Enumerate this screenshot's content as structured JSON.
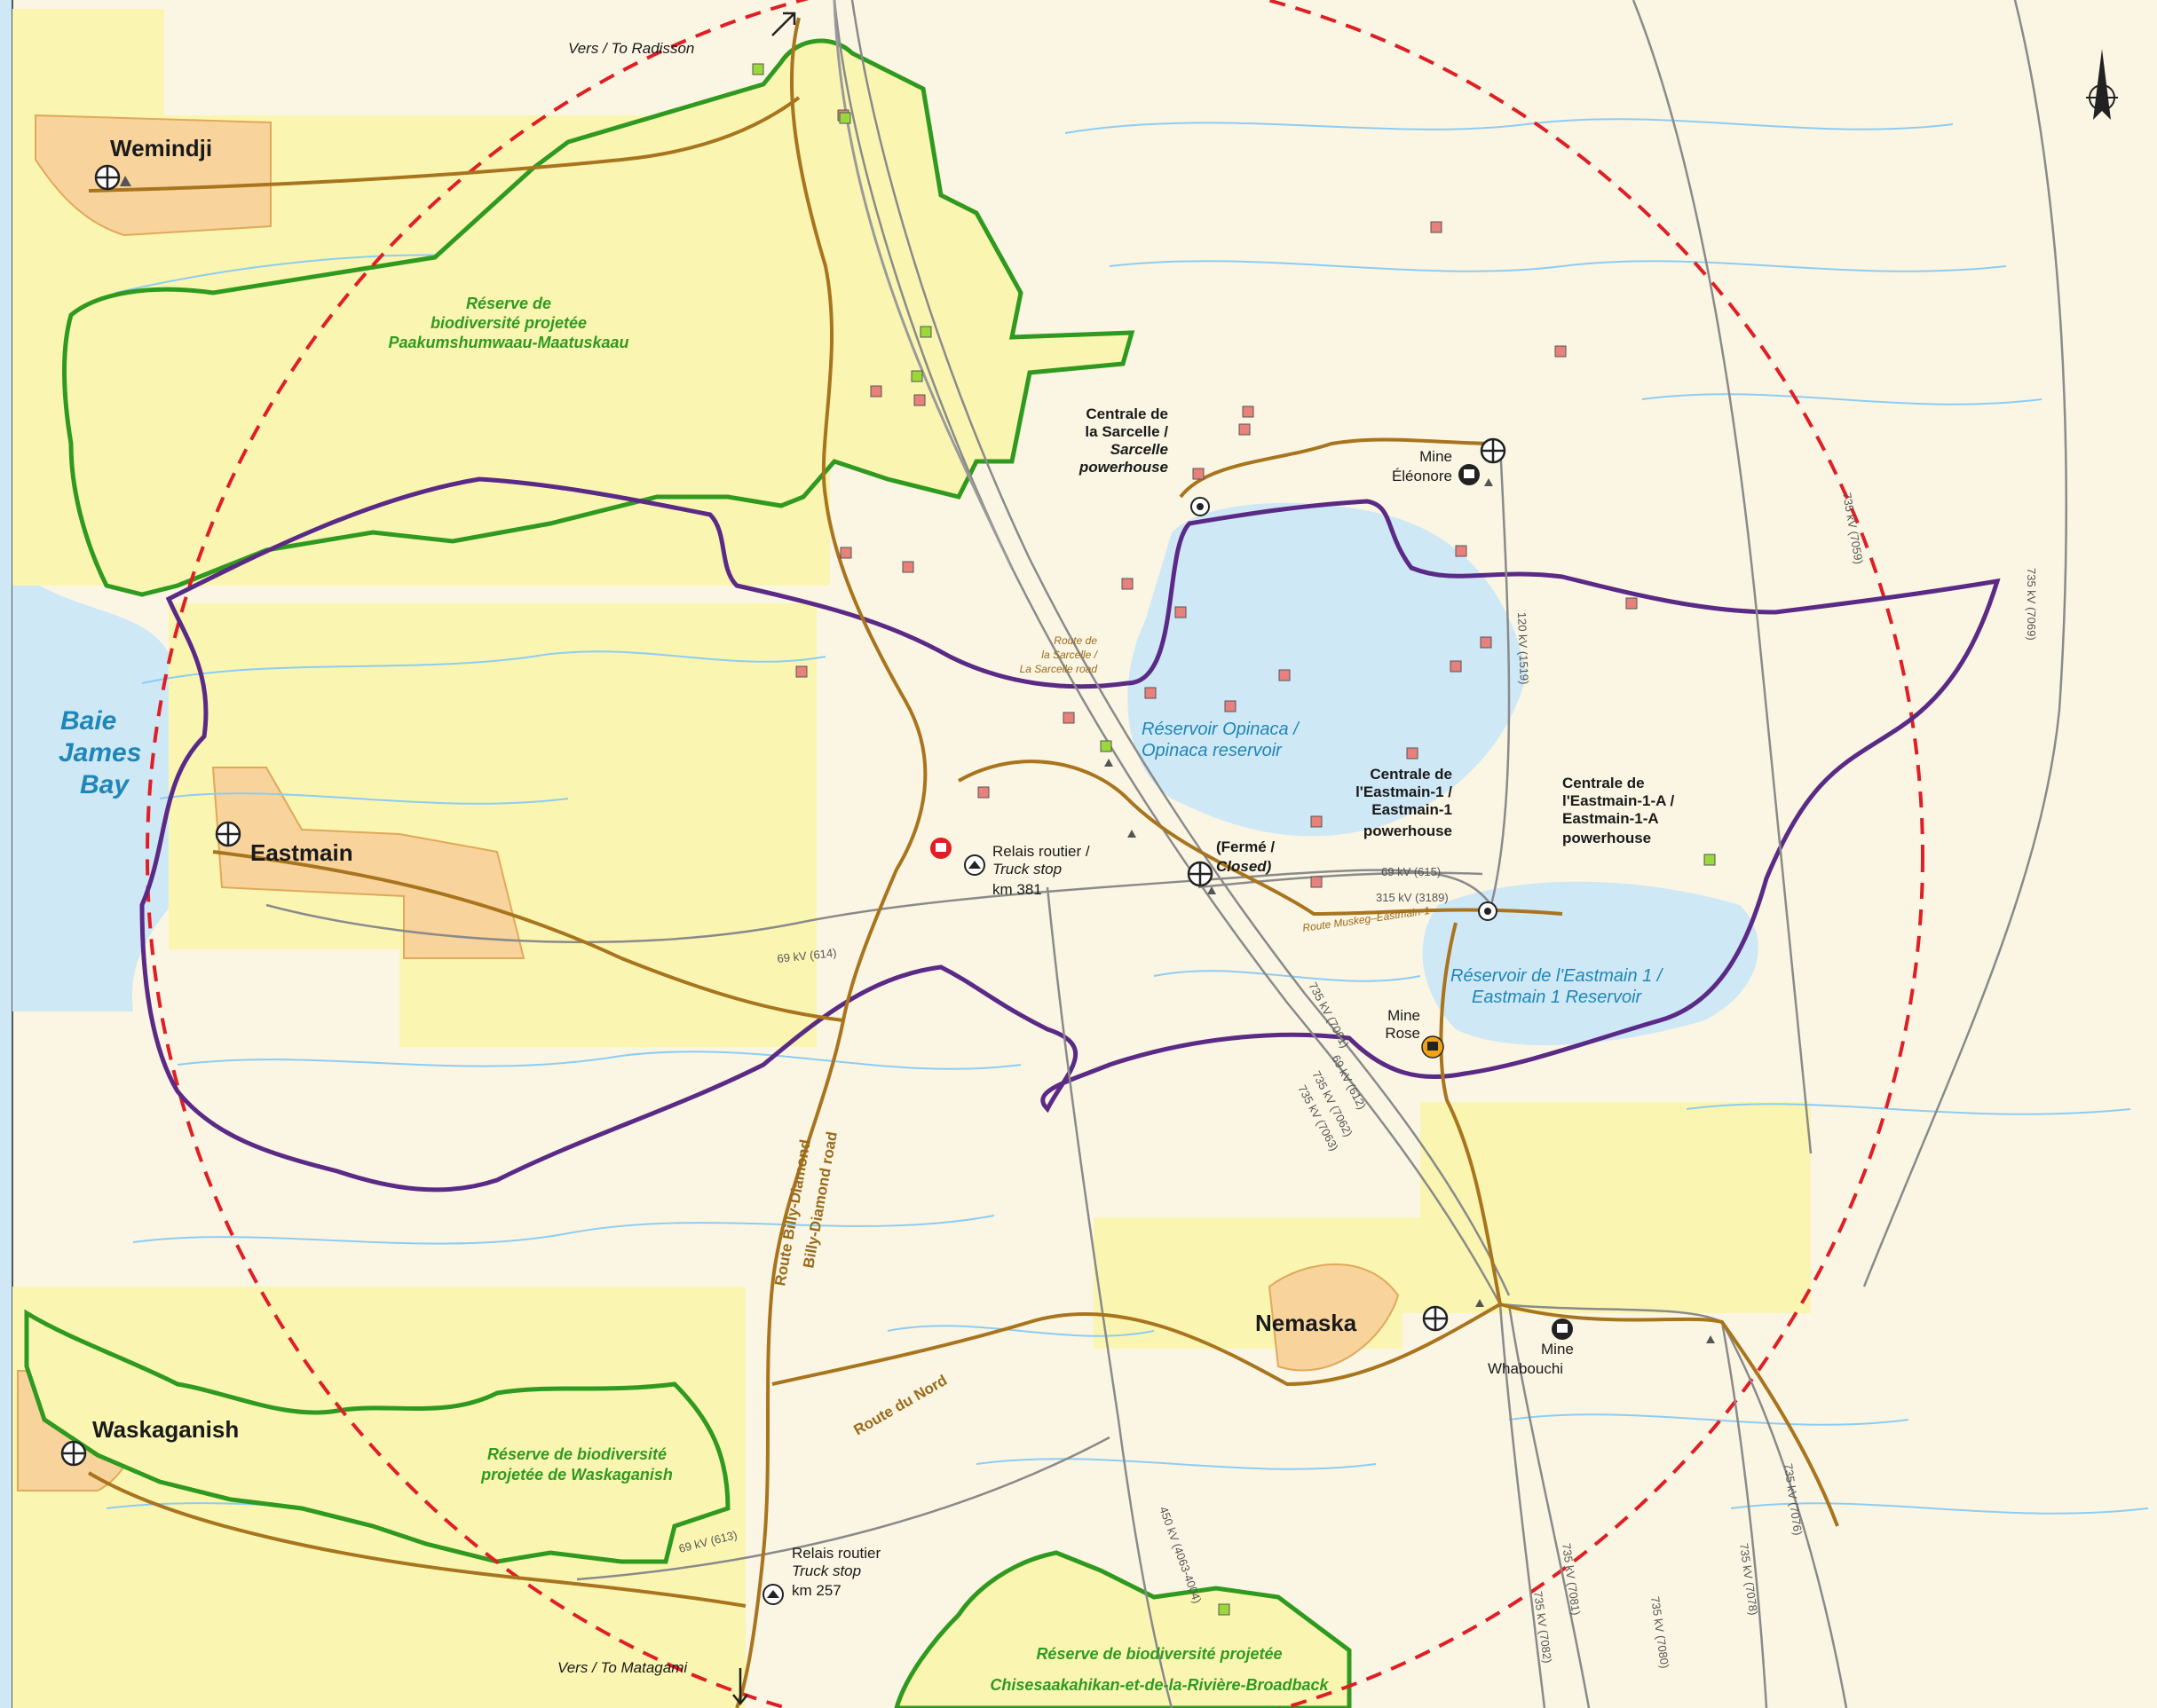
{
  "map": {
    "towns": {
      "wemindji": "Wemindji",
      "eastmain": "Eastmain",
      "nemaska": "Nemaska",
      "waskaganish": "Waskaganish"
    },
    "bay": {
      "line1": "Baie",
      "line2": "James",
      "line3": "Bay"
    },
    "reserves": {
      "paakumshumwaau": {
        "line1": "Réserve de",
        "line2": "biodiversité projetée",
        "line3": "Paakumshumwaau-Maatuskaau"
      },
      "waskaganish": {
        "line1": "Réserve de biodiversité",
        "line2": "projetée de Waskaganish"
      },
      "chisesaakahikan": {
        "line1": "Réserve de biodiversité projetée",
        "line2": "Chisesaakahikan-et-de-la-Rivière-Broadback"
      }
    },
    "water": {
      "opinaca": {
        "line1": "Réservoir Opinaca /",
        "line2": "Opinaca reservoir"
      },
      "eastmain1": {
        "line1": "Réservoir de l'Eastmain 1 /",
        "line2": "Eastmain 1 Reservoir"
      }
    },
    "directions": {
      "radisson": "Vers / To Radisson",
      "matagami": "Vers / To Matagami"
    },
    "poi": {
      "sarcelle_powerhouse": {
        "line1": "Centrale de",
        "line2": "la Sarcelle /",
        "line3": "Sarcelle",
        "line4": "powerhouse"
      },
      "eleonore_mine": {
        "line1": "Mine",
        "line2": "Éléonore"
      },
      "eastmain1_powerhouse": {
        "line1": "Centrale de",
        "line2": "l'Eastmain-1 /",
        "line3": "Eastmain-1",
        "line4": "powerhouse"
      },
      "eastmain1a_powerhouse": {
        "line1": "Centrale de",
        "line2": "l'Eastmain-1-A /",
        "line3": "Eastmain-1-A",
        "line4": "powerhouse"
      },
      "truck_stop_381": {
        "line1": "Relais routier /",
        "line2": "Truck stop",
        "line3": "km 381"
      },
      "truck_stop_257": {
        "line1": "Relais routier",
        "line2": "Truck stop",
        "line3": "km 257"
      },
      "closed_airport": {
        "line1": "(Fermé /",
        "line2": "Closed)"
      },
      "rose_mine": {
        "line1": "Mine",
        "line2": "Rose"
      },
      "whabouchi_mine": {
        "line1": "Mine",
        "line2": "Whabouchi"
      }
    },
    "roads": {
      "sarcelle_road": {
        "line1": "Route de",
        "line2": "la Sarcelle /",
        "line3": "La Sarcelle road"
      },
      "muskeg": "Route Muskeg–Eastmain-1",
      "billy_diamond_fr": "Route Billy-Diamond",
      "billy_diamond_en": "Billy-Diamond road",
      "route_du_nord": "Route du Nord"
    },
    "power_lines": {
      "l7059": "735 kV (7059)",
      "l7069": "735 kV (7069)",
      "l1519": "120 kV (1519)",
      "l615": "69 kV (615)",
      "l3189": "315 kV (3189)",
      "l614": "69 kV (614)",
      "l7061": "735 kV (7061)",
      "l612": "69 kV (612)",
      "l7062": "735 kV (7062)",
      "l7063": "735 kV (7063)",
      "l613": "69 kV (613)",
      "l4063": "450 kV (4063-4004)",
      "l7081": "735 kV (7081)",
      "l7082": "735 kV (7082)",
      "l7080": "735 kV (7080)",
      "l7078": "735 kV (7078)",
      "l7076": "735 kV (7076)"
    },
    "colors": {
      "land": "#fbf6e3",
      "reserve_fill": "#faf6b2",
      "reserve_border": "#2f9a1f",
      "settlement_fill": "#f8d49c",
      "water": "#cfe8f6",
      "river": "#8dccf2",
      "road": "#a8741e",
      "boundary": "#5a2a86",
      "radius_circle": "#e01e25",
      "powerline": "#8a8a8a"
    }
  }
}
